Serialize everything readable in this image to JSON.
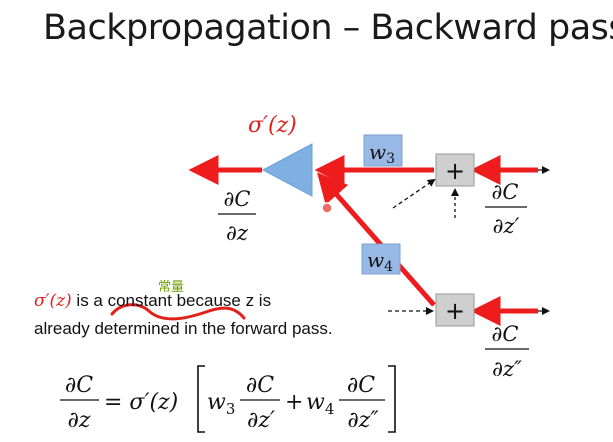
{
  "slide": {
    "title": "Backpropagation – Backward pass"
  },
  "diagram": {
    "activation_deriv_label": "σ′(z)",
    "weights": [
      "w3",
      "w4"
    ],
    "adder_symbol": "+",
    "grad_out_num": "∂C",
    "grad_out_den": "∂z",
    "grad_in1_num": "∂C",
    "grad_in1_den": "∂z′",
    "grad_in2_num": "∂C",
    "grad_in2_den": "∂z″",
    "colors": {
      "arrow": "#ee1c1c",
      "triangle": "#7fb0e2",
      "weight_box": "#98b8e6",
      "adder_box": "#cfcfcf",
      "math_red": "#e0201b"
    }
  },
  "note": {
    "red_term": "σ′(z)",
    "line1_rest": " is a constant because z is",
    "line2": "already determined in the forward pass.",
    "handwritten_annotation": "常量"
  },
  "equation": {
    "lhs_num": "∂C",
    "lhs_den": "∂z",
    "equals_sigma": "= σ′(z)",
    "w3": "w",
    "w3_sub": "3",
    "frac1_num": "∂C",
    "frac1_den": "∂z′",
    "plus": "+",
    "w4": "w",
    "w4_sub": "4",
    "frac2_num": "∂C",
    "frac2_den": "∂z″"
  }
}
